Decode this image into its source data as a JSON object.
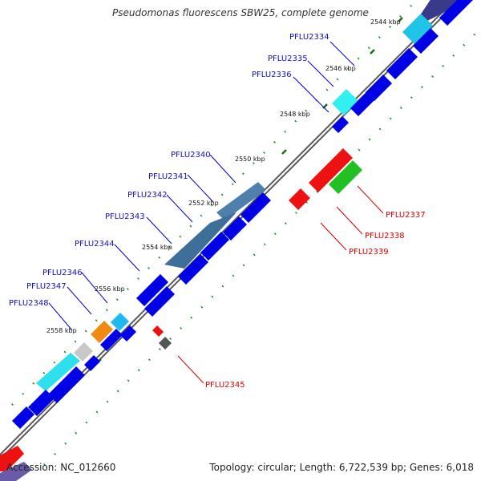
{
  "title": "Pseudomonas fluorescens SBW25, complete genome",
  "accession": "Accession: NC_012660",
  "summary": "Topology: circular; Length: 6,722,539 bp; Genes: 6,018",
  "colors": {
    "backbone": "#7a7a7a",
    "forward_gene": "#0000e6",
    "label_forward": "#1010c0",
    "label_reverse": "#e00000",
    "dots": "#1a8a1a",
    "ticks": "#1a6a1a"
  },
  "tick_labels": [
    "2544 kbp",
    "2546 kbp",
    "2548 kbp",
    "2550 kbp",
    "2552 kbp",
    "2554 kbp",
    "2556 kbp",
    "2558 kbp"
  ],
  "gene_labels_forward": [
    "PFLU2334",
    "PFLU2335",
    "PFLU2336",
    "PFLU2340",
    "PFLU2341",
    "PFLU2342",
    "PFLU2343",
    "PFLU2344",
    "PFLU2346",
    "PFLU2347",
    "PFLU2348"
  ],
  "gene_labels_reverse": [
    "PFLU2337",
    "PFLU2338",
    "PFLU2339",
    "PFLU2345"
  ]
}
